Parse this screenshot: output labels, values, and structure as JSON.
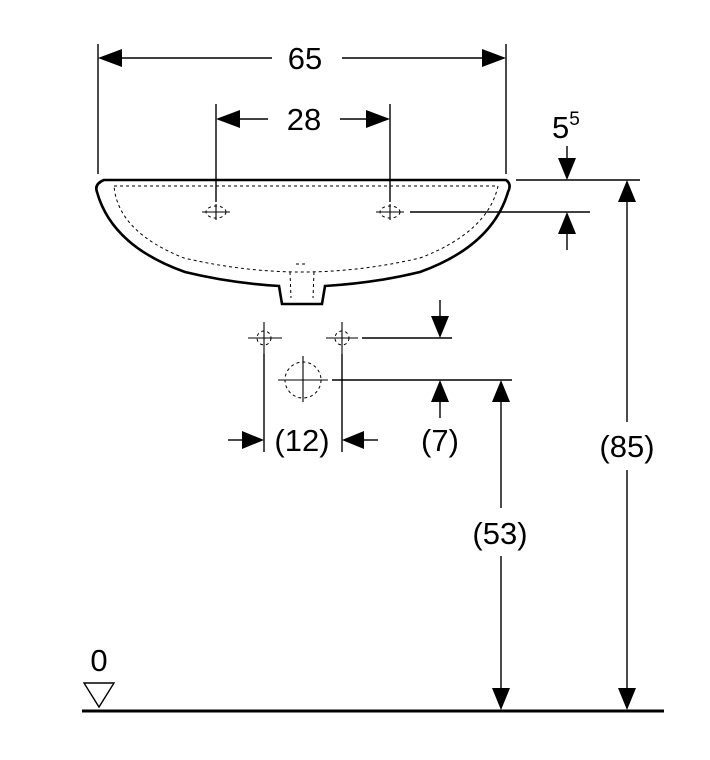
{
  "dimensions": {
    "total_width": "65",
    "tap_hole_spacing": "28",
    "rim_to_tap_holes_main": "5",
    "rim_to_tap_holes_sup": "5",
    "supply_spacing": "(12)",
    "supply_to_waste": "(7)",
    "waste_height": "(53)",
    "rim_height": "(85)",
    "floor_level": "0"
  }
}
